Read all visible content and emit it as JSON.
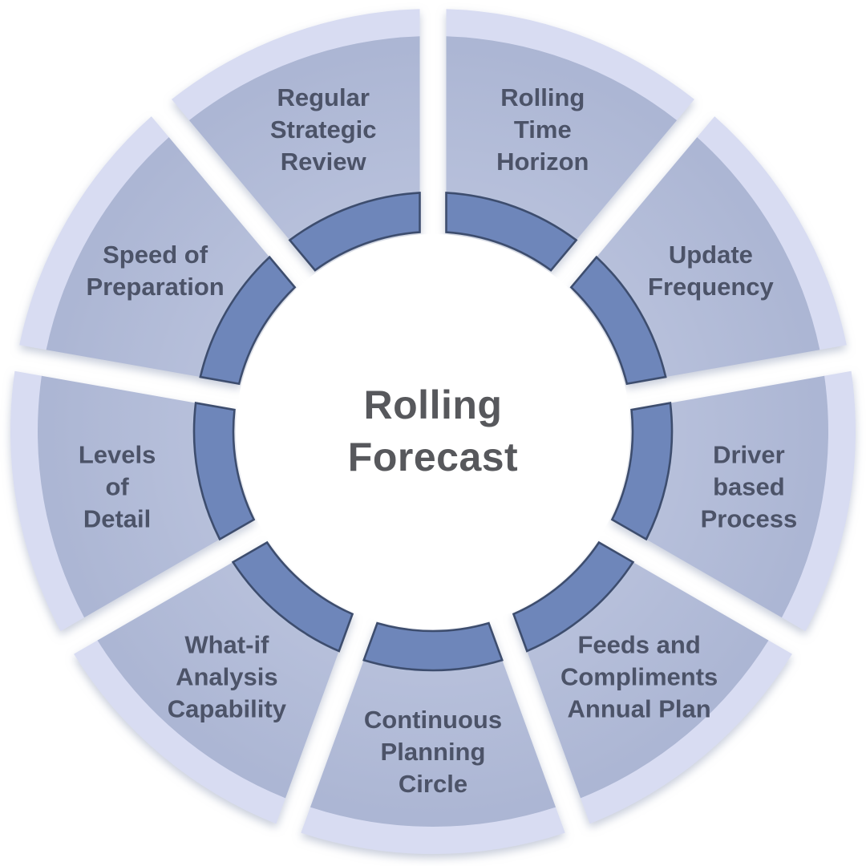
{
  "diagram": {
    "type": "segmented-wheel",
    "center": {
      "lines": [
        "Rolling",
        "Forecast"
      ]
    },
    "segments": [
      {
        "id": "rolling-time-horizon",
        "lines": [
          "Rolling",
          "Time",
          "Horizon"
        ]
      },
      {
        "id": "update-frequency",
        "lines": [
          "Update",
          "Frequency"
        ]
      },
      {
        "id": "driver-based-process",
        "lines": [
          "Driver",
          "based",
          "Process"
        ]
      },
      {
        "id": "feeds-and-compliments-annual-plan",
        "lines": [
          "Feeds and",
          "Compliments",
          "Annual Plan"
        ]
      },
      {
        "id": "continuous-planning-circle",
        "lines": [
          "Continuous",
          "Planning",
          "Circle"
        ]
      },
      {
        "id": "what-if-analysis-capability",
        "lines": [
          "What-if",
          "Analysis",
          "Capability"
        ]
      },
      {
        "id": "levels-of-detail",
        "lines": [
          "Levels",
          "of",
          "Detail"
        ]
      },
      {
        "id": "speed-of-preparation",
        "lines": [
          "Speed of",
          "Preparation"
        ]
      },
      {
        "id": "regular-strategic-review",
        "lines": [
          "Regular",
          "Strategic",
          "Review"
        ]
      }
    ],
    "colors": {
      "background": "#ffffff",
      "segment_fill_inner": "#b7c0db",
      "segment_fill_outer": "#abb5d3",
      "outer_rim": "#d8dcf2",
      "inner_ring": "#6e86ba",
      "inner_ring_outline": "#3e4d6e",
      "shadow": "#99a2bc",
      "label_text": "#4c5368",
      "center_text": "#57585c"
    }
  }
}
